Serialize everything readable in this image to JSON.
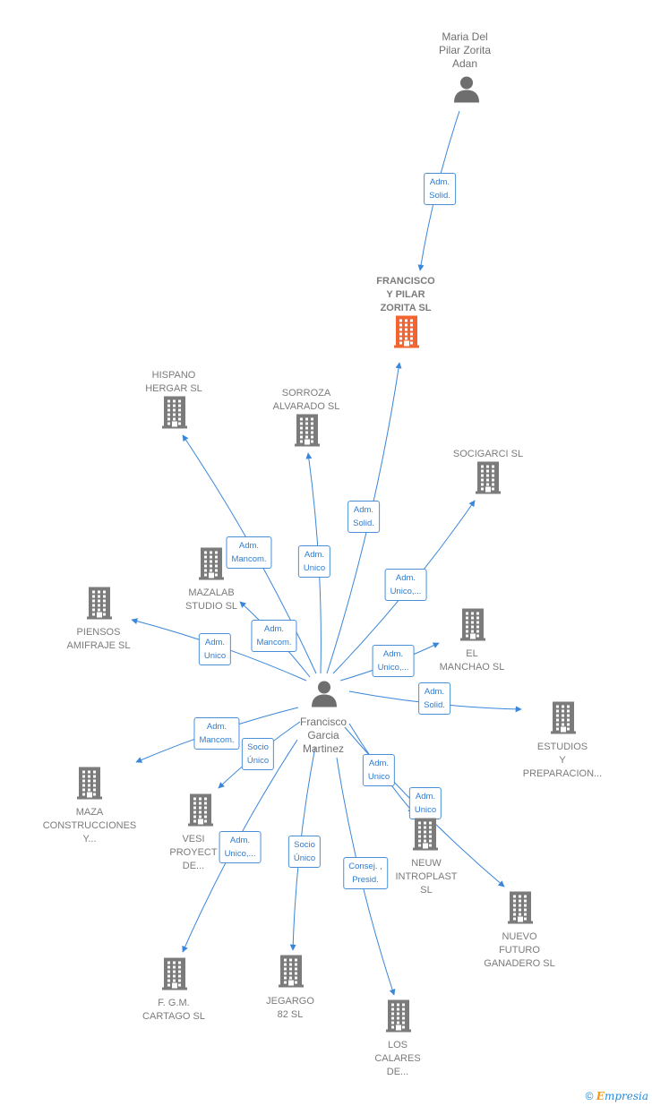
{
  "colors": {
    "edge": "#3a86d9",
    "building": "#7b7b7b",
    "highlight": "#f26430",
    "person": "#6e6e6e"
  },
  "nodes": [
    {
      "id": "maria",
      "type": "person",
      "label": "Maria Del\nPilar Zorita\nAdan"
    },
    {
      "id": "fypz",
      "type": "company",
      "highlight": true,
      "label": "FRANCISCO\nY PILAR\nZORITA  SL"
    },
    {
      "id": "hispano",
      "type": "company",
      "label": "HISPANO\nHERGAR  SL"
    },
    {
      "id": "sorroza",
      "type": "company",
      "label": "SORROZA\nALVARADO SL"
    },
    {
      "id": "socigarci",
      "type": "company",
      "label": "SOCIGARCI SL"
    },
    {
      "id": "mazalab",
      "type": "company",
      "label": "MAZALAB\nSTUDIO  SL"
    },
    {
      "id": "piensos",
      "type": "company",
      "label": "PIENSOS\nAMIFRAJE SL"
    },
    {
      "id": "elmanchao",
      "type": "company",
      "label": "EL\nMANCHAO SL"
    },
    {
      "id": "francisco",
      "type": "person",
      "label": "Francisco\nGarcia\nMartinez"
    },
    {
      "id": "estudios",
      "type": "company",
      "label": "ESTUDIOS\nY\nPREPARACION..."
    },
    {
      "id": "maza",
      "type": "company",
      "label": "MAZA\nCONSTRUCCIONES\nY..."
    },
    {
      "id": "vesi",
      "type": "company",
      "label": "VESI\nPROYECT\nDE..."
    },
    {
      "id": "neuw",
      "type": "company",
      "label": "NEUW\nINTROPLAST\nSL"
    },
    {
      "id": "nuevo",
      "type": "company",
      "label": "NUEVO\nFUTURO\nGANADERO SL"
    },
    {
      "id": "fgm",
      "type": "company",
      "label": "F. G.M.\nCARTAGO  SL"
    },
    {
      "id": "jegargo",
      "type": "company",
      "label": "JEGARGO\n82  SL"
    },
    {
      "id": "loscalares",
      "type": "company",
      "label": "LOS\nCALARES\nDE..."
    }
  ],
  "edges": [
    {
      "from": "maria",
      "to": "fypz",
      "label": "Adm.\nSolid."
    },
    {
      "from": "francisco",
      "to": "fypz",
      "label": "Adm.\nSolid."
    },
    {
      "from": "francisco",
      "to": "hispano",
      "label": "Adm.\nMancom."
    },
    {
      "from": "francisco",
      "to": "sorroza",
      "label": "Adm.\nUnico"
    },
    {
      "from": "francisco",
      "to": "socigarci",
      "label": "Adm.\nUnico,..."
    },
    {
      "from": "francisco",
      "to": "mazalab",
      "label": "Adm.\nMancom."
    },
    {
      "from": "francisco",
      "to": "piensos",
      "label": "Adm.\nUnico"
    },
    {
      "from": "francisco",
      "to": "elmanchao",
      "label": "Adm.\nUnico,..."
    },
    {
      "from": "francisco",
      "to": "estudios",
      "label": "Adm.\nSolid."
    },
    {
      "from": "francisco",
      "to": "maza",
      "label": "Adm.\nMancom."
    },
    {
      "from": "francisco",
      "to": "vesi",
      "label": "Socio\nÚnico"
    },
    {
      "from": "francisco",
      "to": "neuw",
      "label": "Adm.\nUnico"
    },
    {
      "from": "francisco",
      "to": "nuevo",
      "label": "Adm.\nUnico"
    },
    {
      "from": "francisco",
      "to": "fgm",
      "label": "Adm.\nUnico,..."
    },
    {
      "from": "francisco",
      "to": "jegargo",
      "label": "Socio\nÚnico"
    },
    {
      "from": "francisco",
      "to": "loscalares",
      "label": "Consej. ,\nPresid."
    }
  ],
  "footer": {
    "copyright": "©",
    "brand_initial": "E",
    "brand_rest": "mpresia"
  }
}
